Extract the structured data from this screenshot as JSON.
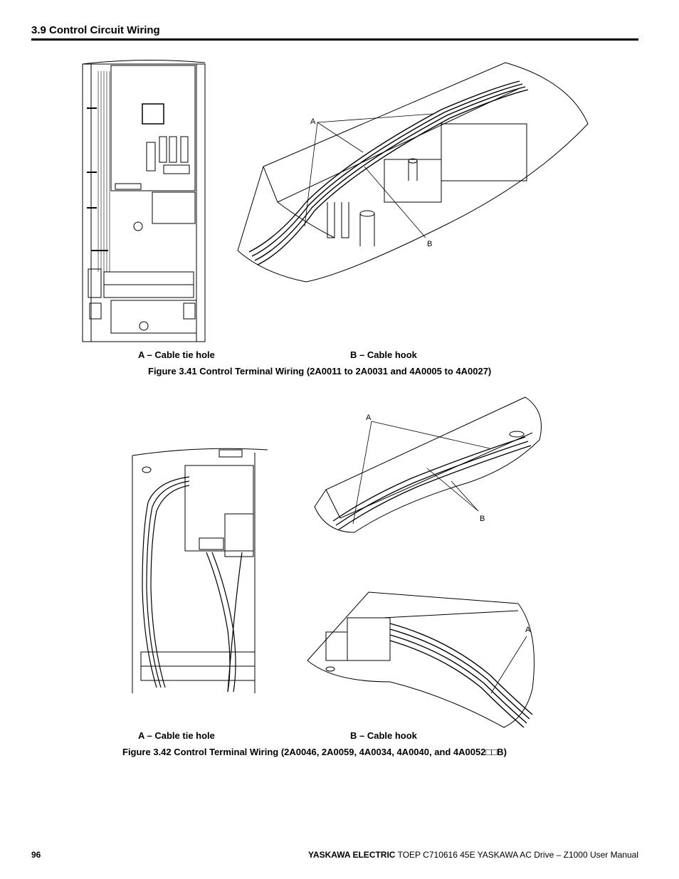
{
  "header": {
    "section_title": "3.9 Control Circuit Wiring"
  },
  "figure_341": {
    "legend_a": "A – Cable tie hole",
    "legend_b": "B – Cable hook",
    "caption": "Figure 3.41  Control Terminal Wiring (2A0011 to 2A0031 and 4A0005 to 4A0027)",
    "callout_a": "A",
    "callout_b": "B"
  },
  "figure_342": {
    "legend_a": "A – Cable tie hole",
    "legend_b": "B – Cable hook",
    "caption": "Figure 3.42  Control Terminal Wiring (2A0046, 2A0059, 4A0034, 4A0040, and 4A0052□□B)",
    "callout_a_top": "A",
    "callout_b_top": "B",
    "callout_a_bottom": "A"
  },
  "footer": {
    "page_number": "96",
    "brand": "YASKAWA ELECTRIC",
    "manual": " TOEP C710616 45E YASKAWA AC Drive – Z1000 User Manual"
  }
}
